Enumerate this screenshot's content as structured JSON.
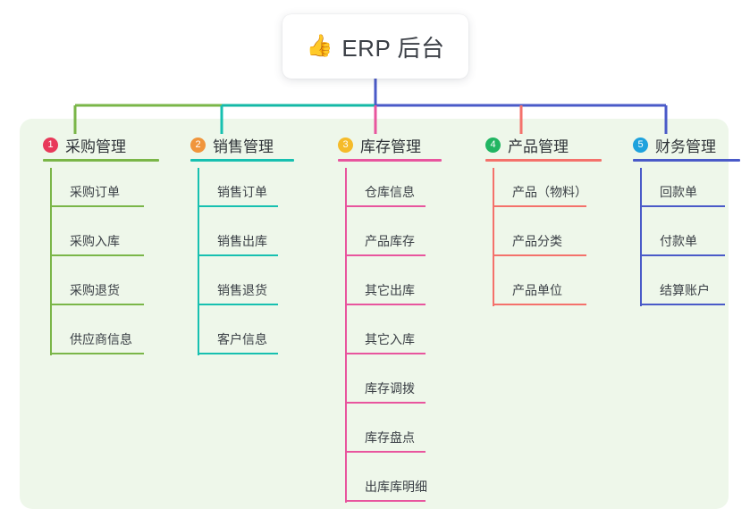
{
  "diagram": {
    "type": "mind-map",
    "background": "#ffffff",
    "panel_color": "#eef7ea",
    "root": {
      "emoji": "👍",
      "emoji_name": "thumbs-up-emoji",
      "title": "ERP 后台",
      "stem_color": "#4a5ac8"
    },
    "bus": {
      "segments": [
        {
          "color": "#7ab648",
          "label": "green-segment"
        },
        {
          "color": "#14b8a6",
          "label": "teal-segment"
        },
        {
          "color": "#4a5ac8",
          "label": "blue-segment"
        }
      ]
    },
    "columns": [
      {
        "index": "1",
        "title": "采购管理",
        "badge_color": "#e8395a",
        "line_color": "#7ab648",
        "drop_color": "#7ab648",
        "items": [
          "采购订单",
          "采购入库",
          "采购退货",
          "供应商信息"
        ]
      },
      {
        "index": "2",
        "title": "销售管理",
        "badge_color": "#f0953c",
        "line_color": "#17c0b0",
        "drop_color": "#17c0b0",
        "items": [
          "销售订单",
          "销售出库",
          "销售退货",
          "客户信息"
        ]
      },
      {
        "index": "3",
        "title": "库存管理",
        "badge_color": "#f5bb2a",
        "line_color": "#e8559e",
        "drop_color": "#e8559e",
        "items": [
          "仓库信息",
          "产品库存",
          "其它出库",
          "其它入库",
          "库存调拨",
          "库存盘点",
          "出库库明细"
        ]
      },
      {
        "index": "4",
        "title": "产品管理",
        "badge_color": "#21b562",
        "line_color": "#f4716b",
        "drop_color": "#f4716b",
        "items": [
          "产品（物料）",
          "产品分类",
          "产品单位"
        ]
      },
      {
        "index": "5",
        "title": "财务管理",
        "badge_color": "#1ea2dd",
        "line_color": "#4a5ac8",
        "drop_color": "#4a5ac8",
        "items": [
          "回款单",
          "付款单",
          "结算账户"
        ]
      }
    ]
  }
}
